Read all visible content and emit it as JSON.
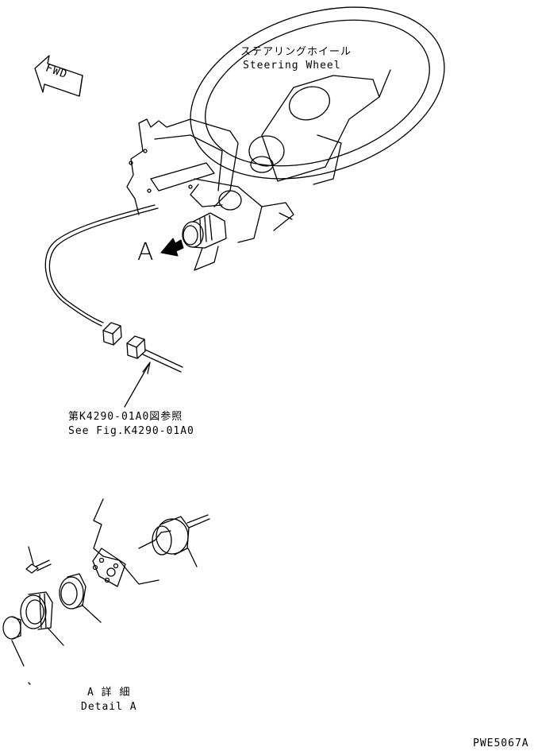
{
  "labels": {
    "fwd": "FWD",
    "steering_jp": "ステアリングホイール",
    "steering_en": "Steering Wheel",
    "view_a": "A",
    "ref_jp": "第K4290-01A0図参照",
    "ref_en": "See Fig.K4290-01A0",
    "detail_jp": "A 詳 細",
    "detail_en": "Detail A",
    "drawing_no": "PWE5067A"
  }
}
